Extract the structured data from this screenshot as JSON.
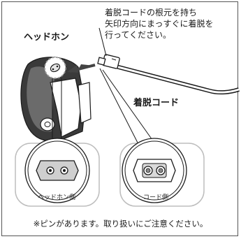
{
  "labels": {
    "instruction": "着脱コードの根元を持ち\n矢印方向にまっすぐに着脱を\n行ってください。",
    "headphone": "ヘッドホン",
    "cord": "着脱コード",
    "headphone_side": "ヘッドホン側",
    "cord_side": "コード側",
    "note": "※ピンがあります。取り扱いにご注意ください。"
  },
  "colors": {
    "line": "#1a1a1a",
    "earcup": "#3a3a3a",
    "earcup_shade": "#6b6b6b",
    "circle_fill": "#f2f2f2",
    "inset_border": "#bdbdbd"
  }
}
